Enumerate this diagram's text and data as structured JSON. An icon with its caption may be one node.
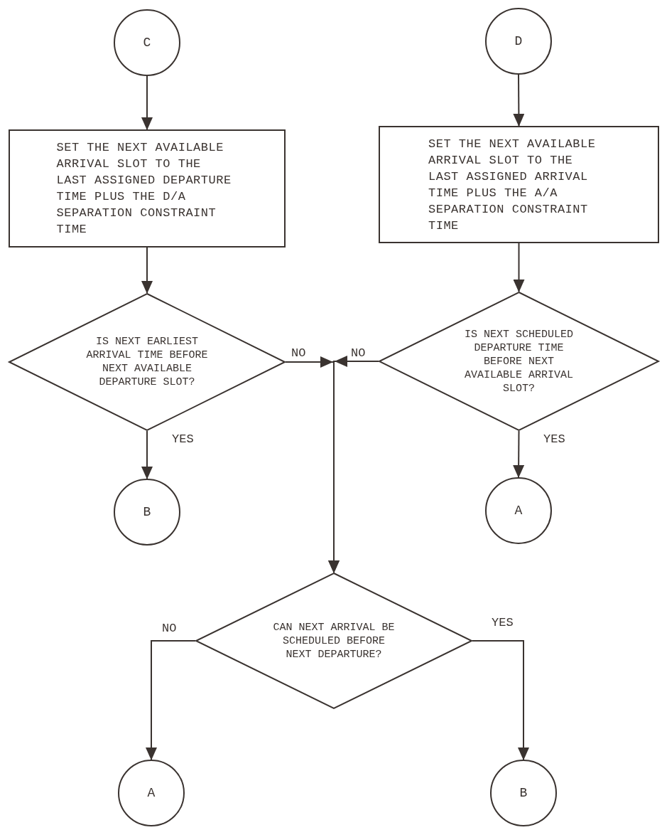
{
  "diagram": {
    "nodes": [
      {
        "text": [
          "C"
        ]
      },
      {
        "text": [
          "SET THE NEXT AVAILABLE ARRIVAL SLOT TO THE LAST ASSIGNED DEPARTURE TIME PLUS THE D/A SEPARATION CONSTRAINT TIME"
        ]
      },
      {
        "text": [
          "IS NEXT EARLIEST ARRIVAL TIME BEFORE NEXT AVAILABLE DEPARTURE SLOT?"
        ]
      },
      {
        "text": [
          "B"
        ]
      },
      {
        "text": [
          "D"
        ]
      },
      {
        "text": [
          "SET THE NEXT AVAILABLE ARRIVAL SLOT TO THE LAST ASSIGNED ARRIVAL TIME PLUS THE A/A SEPARATION CONSTRAINT TIME"
        ]
      },
      {
        "text": [
          "IS NEXT SCHEDULED DEPARTURE TIME BEFORE NEXT AVAILABLE ARRIVAL SLOT?"
        ]
      },
      {
        "text": [
          "A"
        ]
      },
      {
        "text": [
          "CAN NEXT ARRIVAL BE SCHEDULED BEFORE NEXT DEPARTURE?"
        ]
      },
      {
        "text": [
          "A"
        ]
      },
      {
        "text": [
          "B"
        ]
      }
    ],
    "edges": [
      {
        "from": 0,
        "to": 1,
        "arrow": "to"
      },
      {
        "from": 1,
        "to": 2,
        "arrow": "to"
      },
      {
        "from": 2,
        "to": 3,
        "arrow": "to",
        "label": "YES"
      },
      {
        "from": 2,
        "to": 8,
        "arrow": "to",
        "label": "NO"
      },
      {
        "from": 4,
        "to": 5,
        "arrow": "to"
      },
      {
        "from": 5,
        "to": 6,
        "arrow": "to"
      },
      {
        "from": 6,
        "to": 7,
        "arrow": "to",
        "label": "YES"
      },
      {
        "from": 6,
        "to": 8,
        "arrow": "to",
        "label": "NO"
      },
      {
        "from": 8,
        "to": 9,
        "arrow": "to",
        "label": "NO"
      },
      {
        "from": 8,
        "to": 10,
        "arrow": "to",
        "label": "YES"
      }
    ]
  }
}
